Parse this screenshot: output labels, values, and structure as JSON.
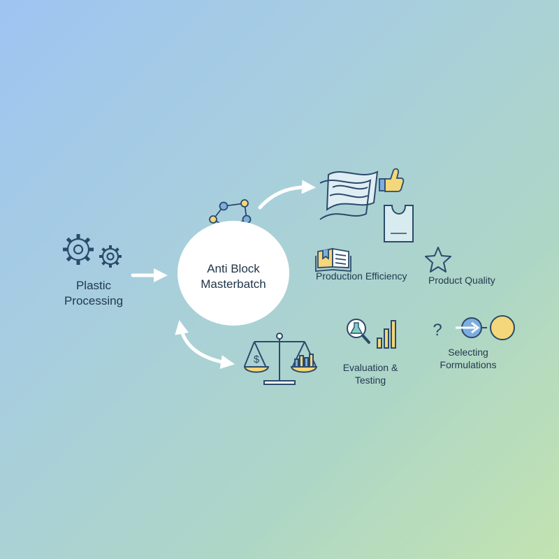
{
  "center": {
    "title_line1": "Anti Block",
    "title_line2": "Masterbatch"
  },
  "input": {
    "line1": "Plastic",
    "line2": "Processing"
  },
  "benefits": {
    "production_efficiency": "Production Efficiency",
    "product_quality": "Product Quality"
  },
  "steps": {
    "evaluation_line1": "Evaluation &",
    "evaluation_line2": "Testing",
    "selecting_line1": "Selecting",
    "selecting_line2": "Formulations"
  },
  "icons": {
    "input": "gears-icon",
    "center": "molecule-network-icon",
    "film": "plastic-film-icon",
    "approval": "thumbs-up-icon",
    "bag": "plastic-bag-icon",
    "book": "open-book-icon",
    "quality": "star-icon",
    "balance": "balance-scale-icon",
    "evaluation": "magnifier-flask-chart-icon",
    "selection": "question-arrow-circles-icon"
  },
  "colors": {
    "navy": "#2b4a6b",
    "accent_blue": "#7eaee0",
    "accent_yellow": "#f3d77a",
    "accent_teal": "#7fd0c4",
    "arrow": "#ffffff"
  }
}
